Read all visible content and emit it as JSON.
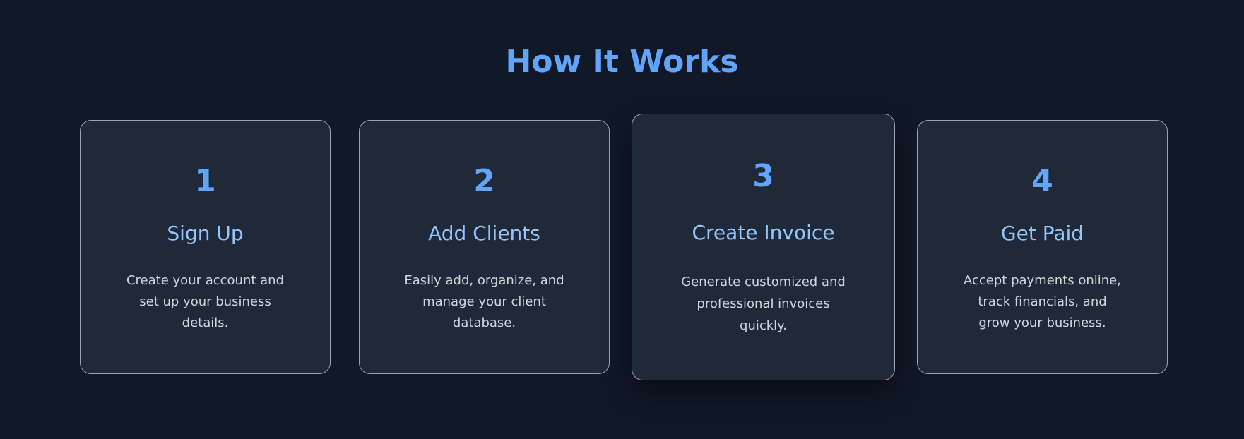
{
  "section": {
    "title": "How It Works"
  },
  "steps": [
    {
      "number": "1",
      "title": "Sign Up",
      "description": "Create your account and set up your business details."
    },
    {
      "number": "2",
      "title": "Add Clients",
      "description": "Easily add, organize, and manage your client database."
    },
    {
      "number": "3",
      "title": "Create Invoice",
      "description": "Generate customized and professional invoices quickly."
    },
    {
      "number": "4",
      "title": "Get Paid",
      "description": "Accept payments online, track financials, and grow your business."
    }
  ],
  "colors": {
    "background": "#111827",
    "card": "#1f2937",
    "accent": "#60a5fa",
    "title": "#93c5fd",
    "text": "#d1d5db"
  }
}
